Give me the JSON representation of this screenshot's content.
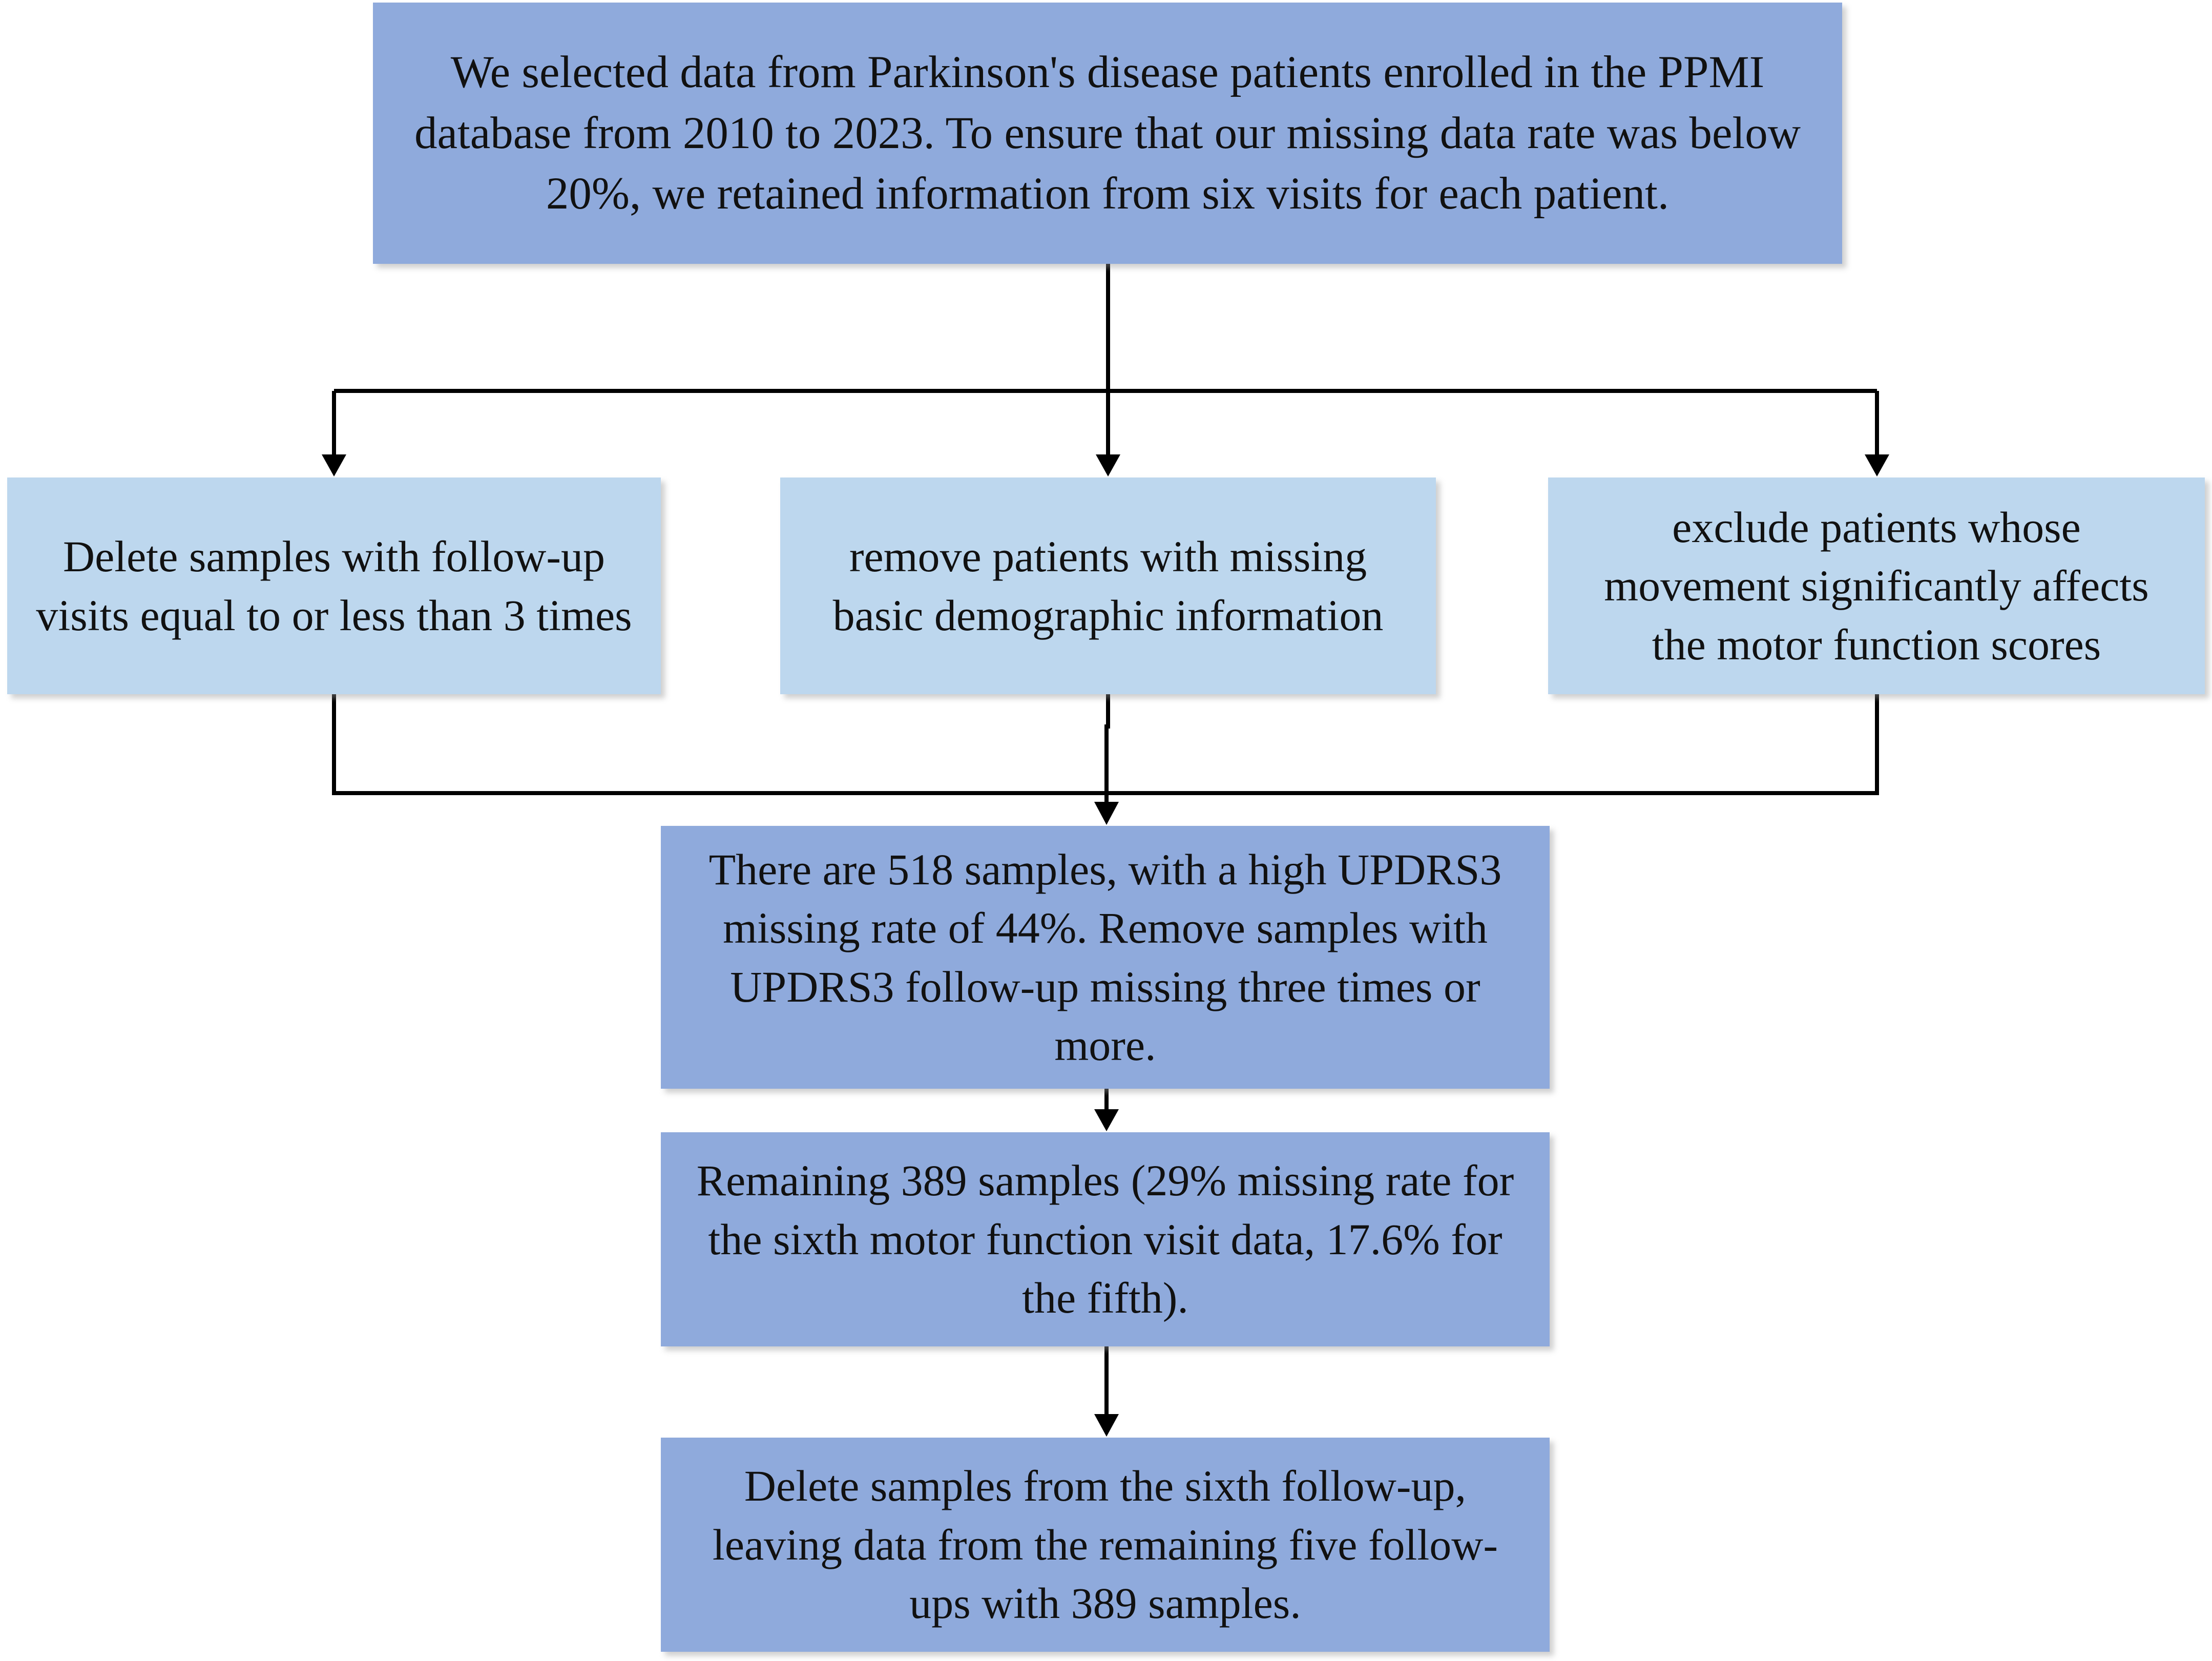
{
  "nodes": {
    "top": {
      "text": "We selected data from Parkinson's disease patients enrolled in the PPMI database from 2010 to 2023. To ensure that our missing data rate was below 20%, we retained information from six visits for each patient."
    },
    "left": {
      "text": "Delete samples with follow-up visits equal to or less than 3 times"
    },
    "middle": {
      "text": "remove patients with missing basic demographic information"
    },
    "right": {
      "text": "exclude patients whose movement significantly affects the motor function scores"
    },
    "step1": {
      "text": "There are 518 samples, with a high UPDRS3 missing rate of 44%. Remove samples with UPDRS3 follow-up missing three times or more."
    },
    "step2": {
      "text": "Remaining 389 samples (29% missing rate for the sixth motor function visit data, 17.6% for the fifth)."
    },
    "step3": {
      "text": "Delete samples from the sixth follow-up, leaving data from the remaining five follow-ups with 389 samples."
    }
  },
  "colors": {
    "dark_box": "#8faadc",
    "light_box": "#bdd7ee",
    "connector": "#000000"
  }
}
